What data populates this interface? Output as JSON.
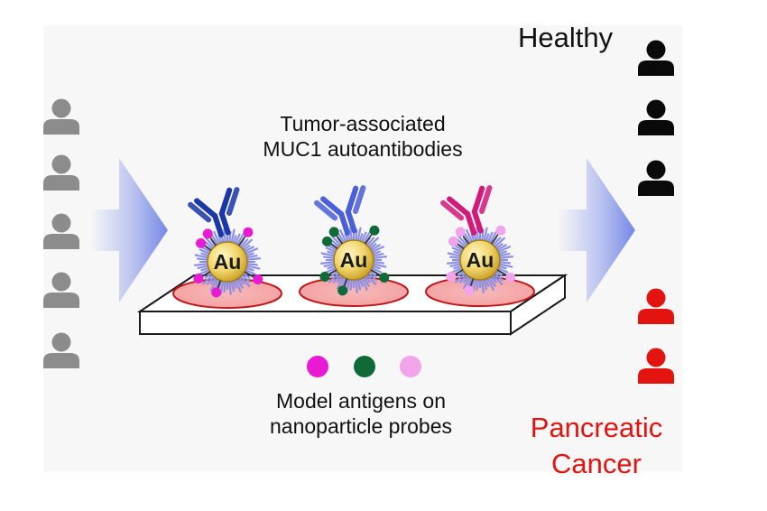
{
  "labels": {
    "healthy": "Healthy",
    "tumor_line1": "Tumor-associated",
    "tumor_line2": "MUC1 autoantibodies",
    "model_line1": "Model antigens on",
    "model_line2": "nanoparticle probes",
    "cancer_line1": "Pancreatic",
    "cancer_line2": "Cancer"
  },
  "nanoparticles": [
    {
      "label": "Au",
      "antibody_color": "#1a37a8",
      "antigen_color": "#e81ad3"
    },
    {
      "label": "Au",
      "antibody_color": "#4a5fd8",
      "antigen_color": "#0f6a38"
    },
    {
      "label": "Au",
      "antibody_color": "#d4197a",
      "antigen_color": "#f3a3ea"
    }
  ],
  "legend_antigen_colors": [
    "#e81ad3",
    "#0f6a38",
    "#f3a3ea"
  ],
  "colors": {
    "input_person": "#8c8c8c",
    "healthy_person": "#0a0a0a",
    "cancer_person": "#e3140f",
    "arrow": "#4a63e0",
    "cancer_text": "#e3140f"
  }
}
